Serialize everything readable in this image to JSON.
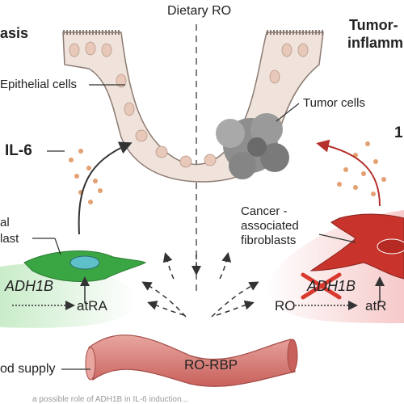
{
  "labels": {
    "top_center": "Dietary RO",
    "left_heading": "asis",
    "right_heading_1": "Tumor-",
    "right_heading_2": "inflamm",
    "epithelial": "Epithelial cells",
    "tumor": "Tumor cells",
    "il6_left": "IL-6",
    "il6_right": "1",
    "fibro_left_1": "al",
    "fibro_left_2": "last",
    "caf_1": "Cancer -",
    "caf_2": "associated",
    "caf_3": "fibroblasts",
    "adh_left": "ADH1B",
    "atra_left": "atRA",
    "adh_right": "ADH1B",
    "ro_right": "RO",
    "atra_right": "atR",
    "blood": "od supply",
    "ro_rbp": "RO-RBP",
    "footer": "a possible role of ADH1B in IL-6 induction..."
  },
  "colors": {
    "epithelium_fill": "#efe3dc",
    "epithelium_stroke": "#8c7b72",
    "nucleus": "#e8c8b8",
    "normal_fibroblast": "#3aa643",
    "caf": "#c8342c",
    "blood_vessel": "#d9847f",
    "dot": "#e3a070",
    "arrow_dark": "#333333",
    "arrow_red": "#b5302a"
  }
}
